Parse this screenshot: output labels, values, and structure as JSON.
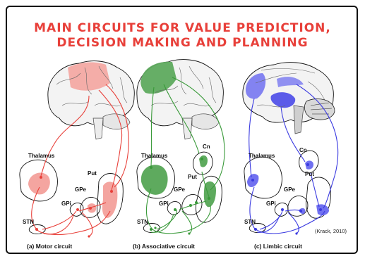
{
  "title": {
    "line1": "MAIN CIRCUITS FOR VALUE PREDICTION,",
    "line2": "DECISION MAKING AND PLANNING"
  },
  "colors": {
    "title": "#e8403a",
    "motor": "#e8403a",
    "associative": "#3a9a3a",
    "limbic": "#3a3ae0"
  },
  "panels": {
    "motor": {
      "caption": "(a) Motor circuit",
      "labels": {
        "thalamus": "Thalamus",
        "put": "Put",
        "gpe": "GPe",
        "gpi": "GPi",
        "stn": "STN"
      }
    },
    "associative": {
      "caption": "(b) Associative circuit",
      "labels": {
        "thalamus": "Thalamus",
        "cn": "Cn",
        "put": "Put",
        "gpe": "GPe",
        "gpi": "GPi",
        "stn": "STN"
      }
    },
    "limbic": {
      "caption": "(c) Limbic circuit",
      "labels": {
        "thalamus": "Thalamus",
        "cn": "Cn",
        "put": "Put",
        "gpe": "GPe",
        "gpi": "GPi",
        "stn": "STN"
      }
    }
  },
  "citation": "(Krack, 2010)"
}
